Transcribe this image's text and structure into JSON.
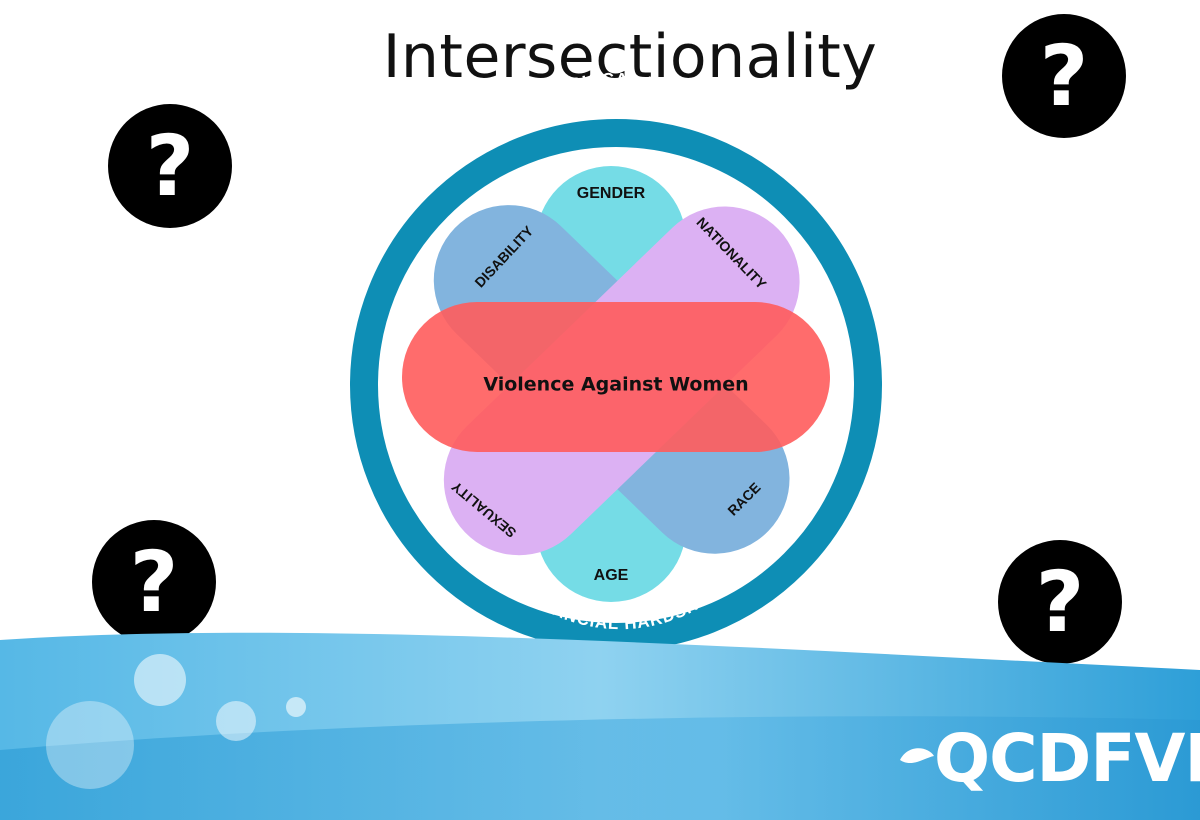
{
  "slide": {
    "title": "Intersectionality",
    "question_mark": "?"
  },
  "diagram": {
    "outer_top": "GEOGRAPHICAL LOCATION",
    "outer_bottom": "FINANCIAL HARDSHIP",
    "center": "Violence Against Women",
    "petals": {
      "gender": "GENDER",
      "age": "AGE",
      "disability": "DISABILITY",
      "nationality": "NATIONALITY",
      "sexuality": "SEXUALITY",
      "race": "RACE"
    }
  },
  "logo": {
    "text": "QCDFVR"
  },
  "colors": {
    "ring": "#0e8eb5",
    "center_band": "#ff5c5c",
    "gender_age": "#4fd3e0",
    "disability_race": "#5f9fd6",
    "nationality_sexuality": "#d39cf0",
    "footer_light": "#8fd2f0",
    "footer_dark": "#2e9fd8"
  }
}
